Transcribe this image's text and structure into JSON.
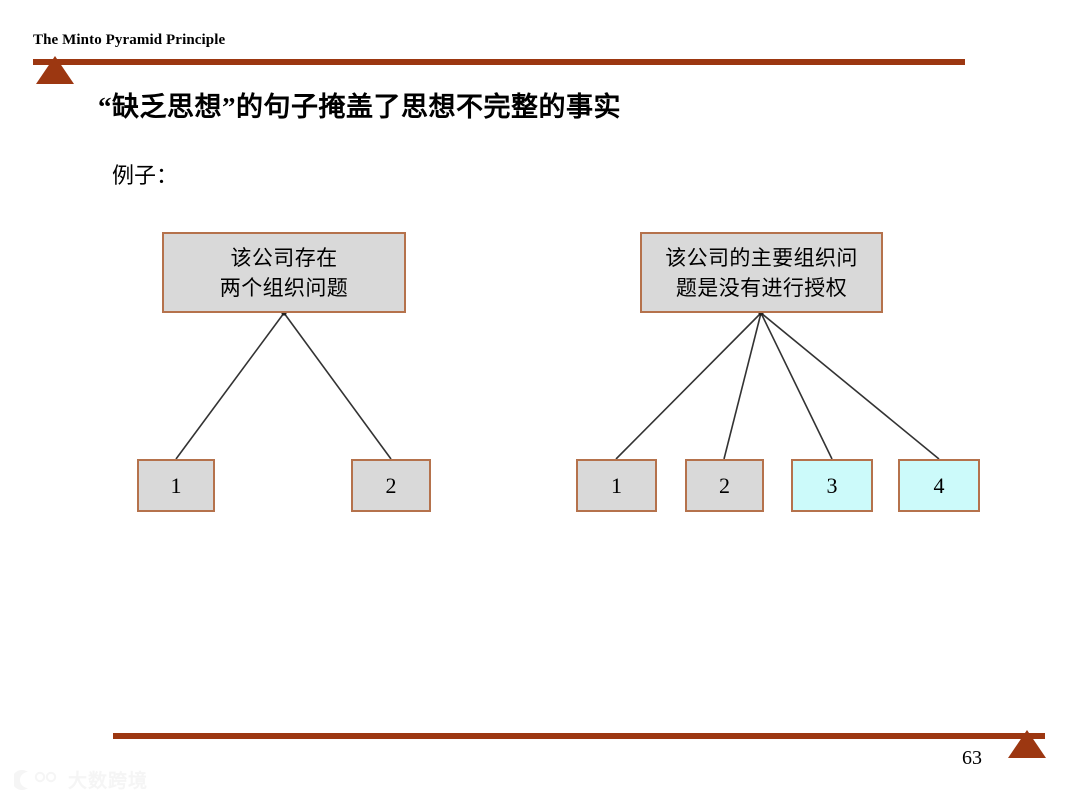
{
  "header": {
    "title": "The Minto Pyramid Principle",
    "rule_color": "#9C3711",
    "triangle_icon": "triangle-up-icon"
  },
  "slide": {
    "title": "“缺乏思想”的句子掩盖了思想不完整的事实",
    "example_label": "例子："
  },
  "diagram": {
    "line_color": "#333333",
    "box_border_color": "#B5724C",
    "fill_gray": "#D9D9D9",
    "fill_cyan": "#CCFAFA",
    "groups": [
      {
        "id": "left-group",
        "parent": {
          "text": "该公司存在\n两个组织问题",
          "fill": "gray"
        },
        "children": [
          {
            "text": "1",
            "fill": "gray"
          },
          {
            "text": "2",
            "fill": "gray"
          }
        ]
      },
      {
        "id": "right-group",
        "parent": {
          "text": "该公司的主要组织问\n题是没有进行授权",
          "fill": "gray"
        },
        "children": [
          {
            "text": "1",
            "fill": "gray"
          },
          {
            "text": "2",
            "fill": "gray"
          },
          {
            "text": "3",
            "fill": "cyan"
          },
          {
            "text": "4",
            "fill": "cyan"
          }
        ]
      }
    ]
  },
  "footer": {
    "page_number": "63",
    "rule_color": "#9C3711",
    "triangle_icon": "triangle-up-icon"
  },
  "watermark": {
    "text": "大数跨境",
    "logo_icon": "brand-logo-icon"
  }
}
